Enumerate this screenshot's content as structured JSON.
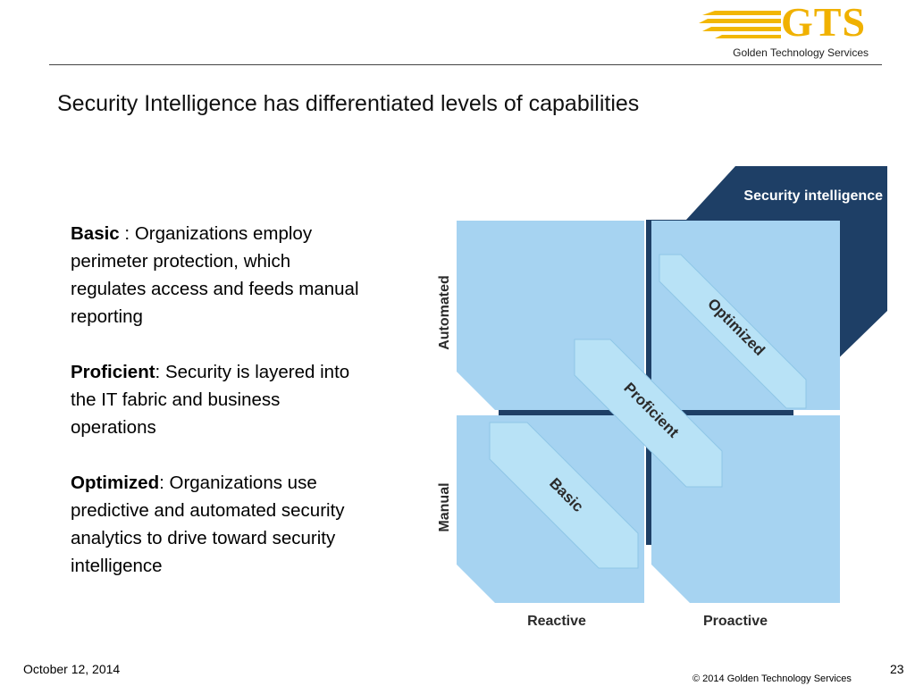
{
  "logo": {
    "text": "GTS",
    "subtitle": "Golden Technology Services"
  },
  "title": "Security Intelligence has differentiated levels of capabilities",
  "levels": [
    {
      "term": "Basic",
      "separator": " :  ",
      "description": "Organizations employ perimeter protection, which regulates access and feeds manual reporting"
    },
    {
      "term": "Proficient",
      "separator": ":  ",
      "description": "Security is layered into the IT fabric and business operations"
    },
    {
      "term": "Optimized",
      "separator": ":  ",
      "description": "Organizations use predictive and automated security analytics to drive toward security intelligence"
    }
  ],
  "diagram": {
    "top_label": "Security intelligence",
    "axis_y": [
      "Automated",
      "Manual"
    ],
    "axis_x": [
      "Reactive",
      "Proactive"
    ],
    "arrows": [
      "Basic",
      "Proficient",
      "Optimized"
    ],
    "colors": {
      "dark": "#1e3f66",
      "quadrant": "#a6d3f1",
      "arrow": "#b8e2f6",
      "label": "#2b2b2b"
    }
  },
  "footer": {
    "date": "October 12, 2014",
    "copyright": "© 2014 Golden Technology Services",
    "page": "23"
  }
}
